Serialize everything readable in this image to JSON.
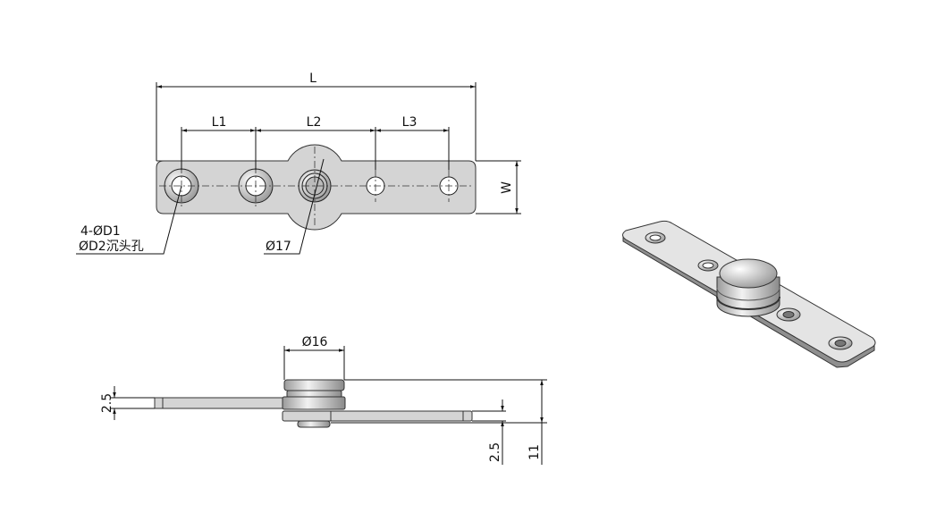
{
  "top_view": {
    "length_label": "L",
    "pitch_labels": [
      "L1",
      "L2",
      "L3"
    ],
    "width_label": "W",
    "hole_callout_line1": "4-ØD1",
    "hole_callout_line2": "ØD2沉头孔",
    "boss_diameter": "Ø17"
  },
  "side_view": {
    "cap_diameter": "Ø16",
    "upper_plate_thickness": "2.5",
    "lower_plate_thickness": "2.5",
    "total_height": "11"
  },
  "colors": {
    "part_fill": "#d4d4d4",
    "line": "#111111"
  }
}
